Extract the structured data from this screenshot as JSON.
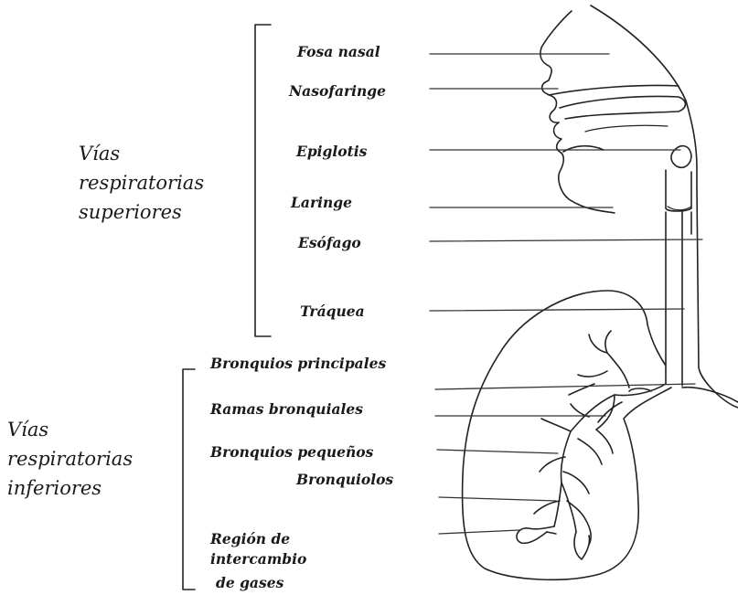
{
  "groups": {
    "upper": [
      "Vías",
      "respiratorias",
      "superiores"
    ],
    "lower": [
      "Vías",
      "respiratorias",
      "inferiores"
    ]
  },
  "labels": {
    "fosa_nasal": "Fosa nasal",
    "nasofaringe": "Nasofaringe",
    "epiglotis": "Epiglotis",
    "laringe": "Laringe",
    "esofago": "Esófago",
    "traquea": "Tráquea",
    "bronquios_principales": "Bronquios principales",
    "ramas_bronquiales": "Ramas bronquiales",
    "bronquios_pequenos": "Bronquios pequeños",
    "bronquiolos": "Bronquiolos",
    "region_intercambio": [
      "Región de",
      "intercambio",
      "de gases"
    ]
  }
}
